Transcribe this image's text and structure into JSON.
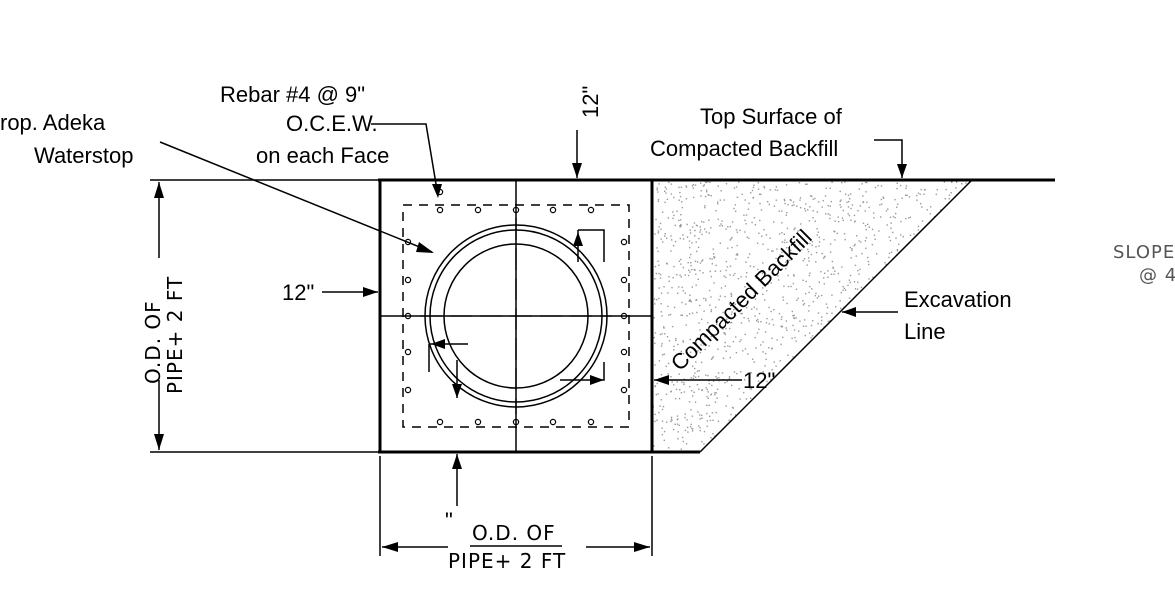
{
  "labels": {
    "rebar_line1": "Rebar #4 @ 9\"",
    "rebar_line2": "O.C.E.W.",
    "rebar_line3": "on each Face",
    "waterstop_line1": "rop. Adeka",
    "waterstop_line2": "Waterstop",
    "top_surface_line1": "Top Surface of",
    "top_surface_line2": "Compacted Backfill",
    "compacted_backfill": "Compacted Backfill",
    "excavation_line1": "Excavation",
    "excavation_line2": "Line",
    "slope_line1": "SLOPE",
    "slope_line2": "@ 4",
    "dim_top_12": "12\"",
    "dim_left_12": "12\"",
    "dim_right_12": "12\"",
    "dim_bottom_quote": "\"",
    "od_vert_line1": "O.D. OF",
    "od_vert_line2": "PIPE+ 2 FT",
    "od_horiz_line1": "O.D. OF",
    "od_horiz_line2": "PIPE+ 2 FT"
  },
  "colors": {
    "ink": "#000000",
    "backfill_speckle": "#9a9a9a",
    "slope_gray": "#555555"
  }
}
